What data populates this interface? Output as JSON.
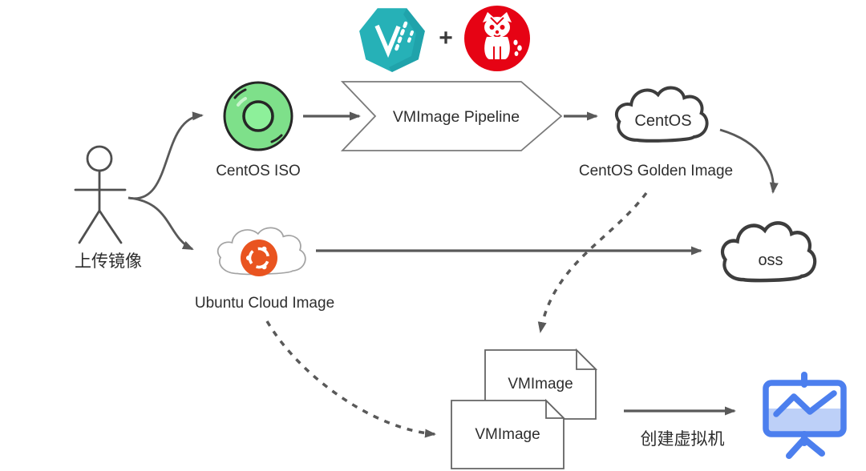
{
  "diagram": {
    "uploader": {
      "label": "上传镜像"
    },
    "centos_iso": {
      "label": "CentOS ISO"
    },
    "tools": {
      "plus": "+"
    },
    "pipeline": {
      "label": "VMImage Pipeline"
    },
    "centos_cloud": {
      "name": "CentOS",
      "label": "CentOS Golden Image"
    },
    "oss_cloud": {
      "name": "oss"
    },
    "ubuntu_cloud": {
      "label": "Ubuntu Cloud Image"
    },
    "documents": {
      "back_label": "VMImage",
      "front_label": "VMImage"
    },
    "create_vm": {
      "label": "创建虚拟机"
    },
    "colors": {
      "arrow_gray": "#595959",
      "outline_dark": "#3d3d3d",
      "kubevirt_teal": "#26b1b7",
      "kubevirt_teal_dark": "#1b97a3",
      "panda_red": "#e60314",
      "iso_green": "#7ee08a",
      "iso_outline": "#262626",
      "ubuntu_orange": "#e95420",
      "board_blue": "#4c7fee",
      "board_blue_light": "#bdd0f8",
      "text": "#2e2e2e"
    }
  }
}
